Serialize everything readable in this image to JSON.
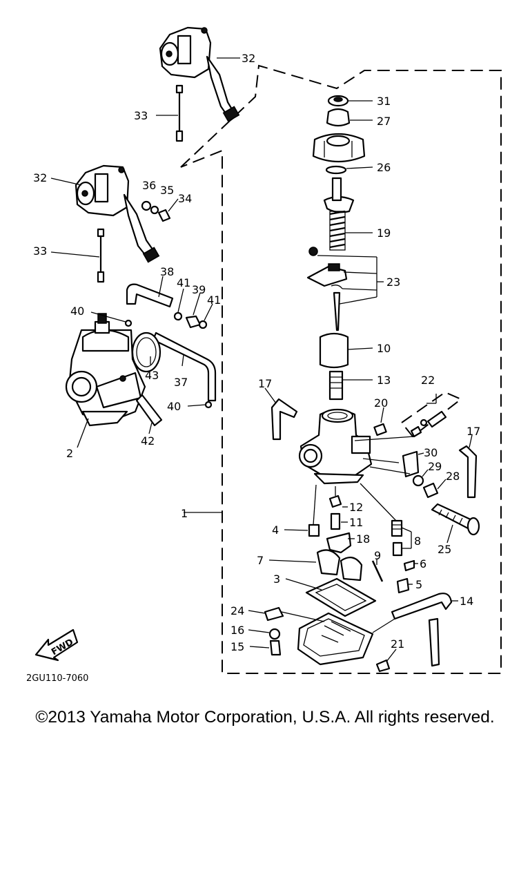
{
  "diagram": {
    "callouts": [
      "32",
      "33",
      "32",
      "33",
      "36",
      "35",
      "34",
      "38",
      "41",
      "39",
      "41",
      "40",
      "43",
      "37",
      "40",
      "42",
      "2",
      "31",
      "27",
      "26",
      "19",
      "23",
      "10",
      "13",
      "17",
      "20",
      "22",
      "17",
      "30",
      "29",
      "28",
      "1",
      "12",
      "11",
      "4",
      "18",
      "8",
      "25",
      "9",
      "6",
      "7",
      "3",
      "5",
      "14",
      "24",
      "16",
      "15",
      "21"
    ],
    "fwd_label": "FWD",
    "drawing_code": "2GU110-7060"
  },
  "footer": {
    "copyright": "©2013 Yamaha Motor Corporation, U.S.A. All rights reserved."
  }
}
